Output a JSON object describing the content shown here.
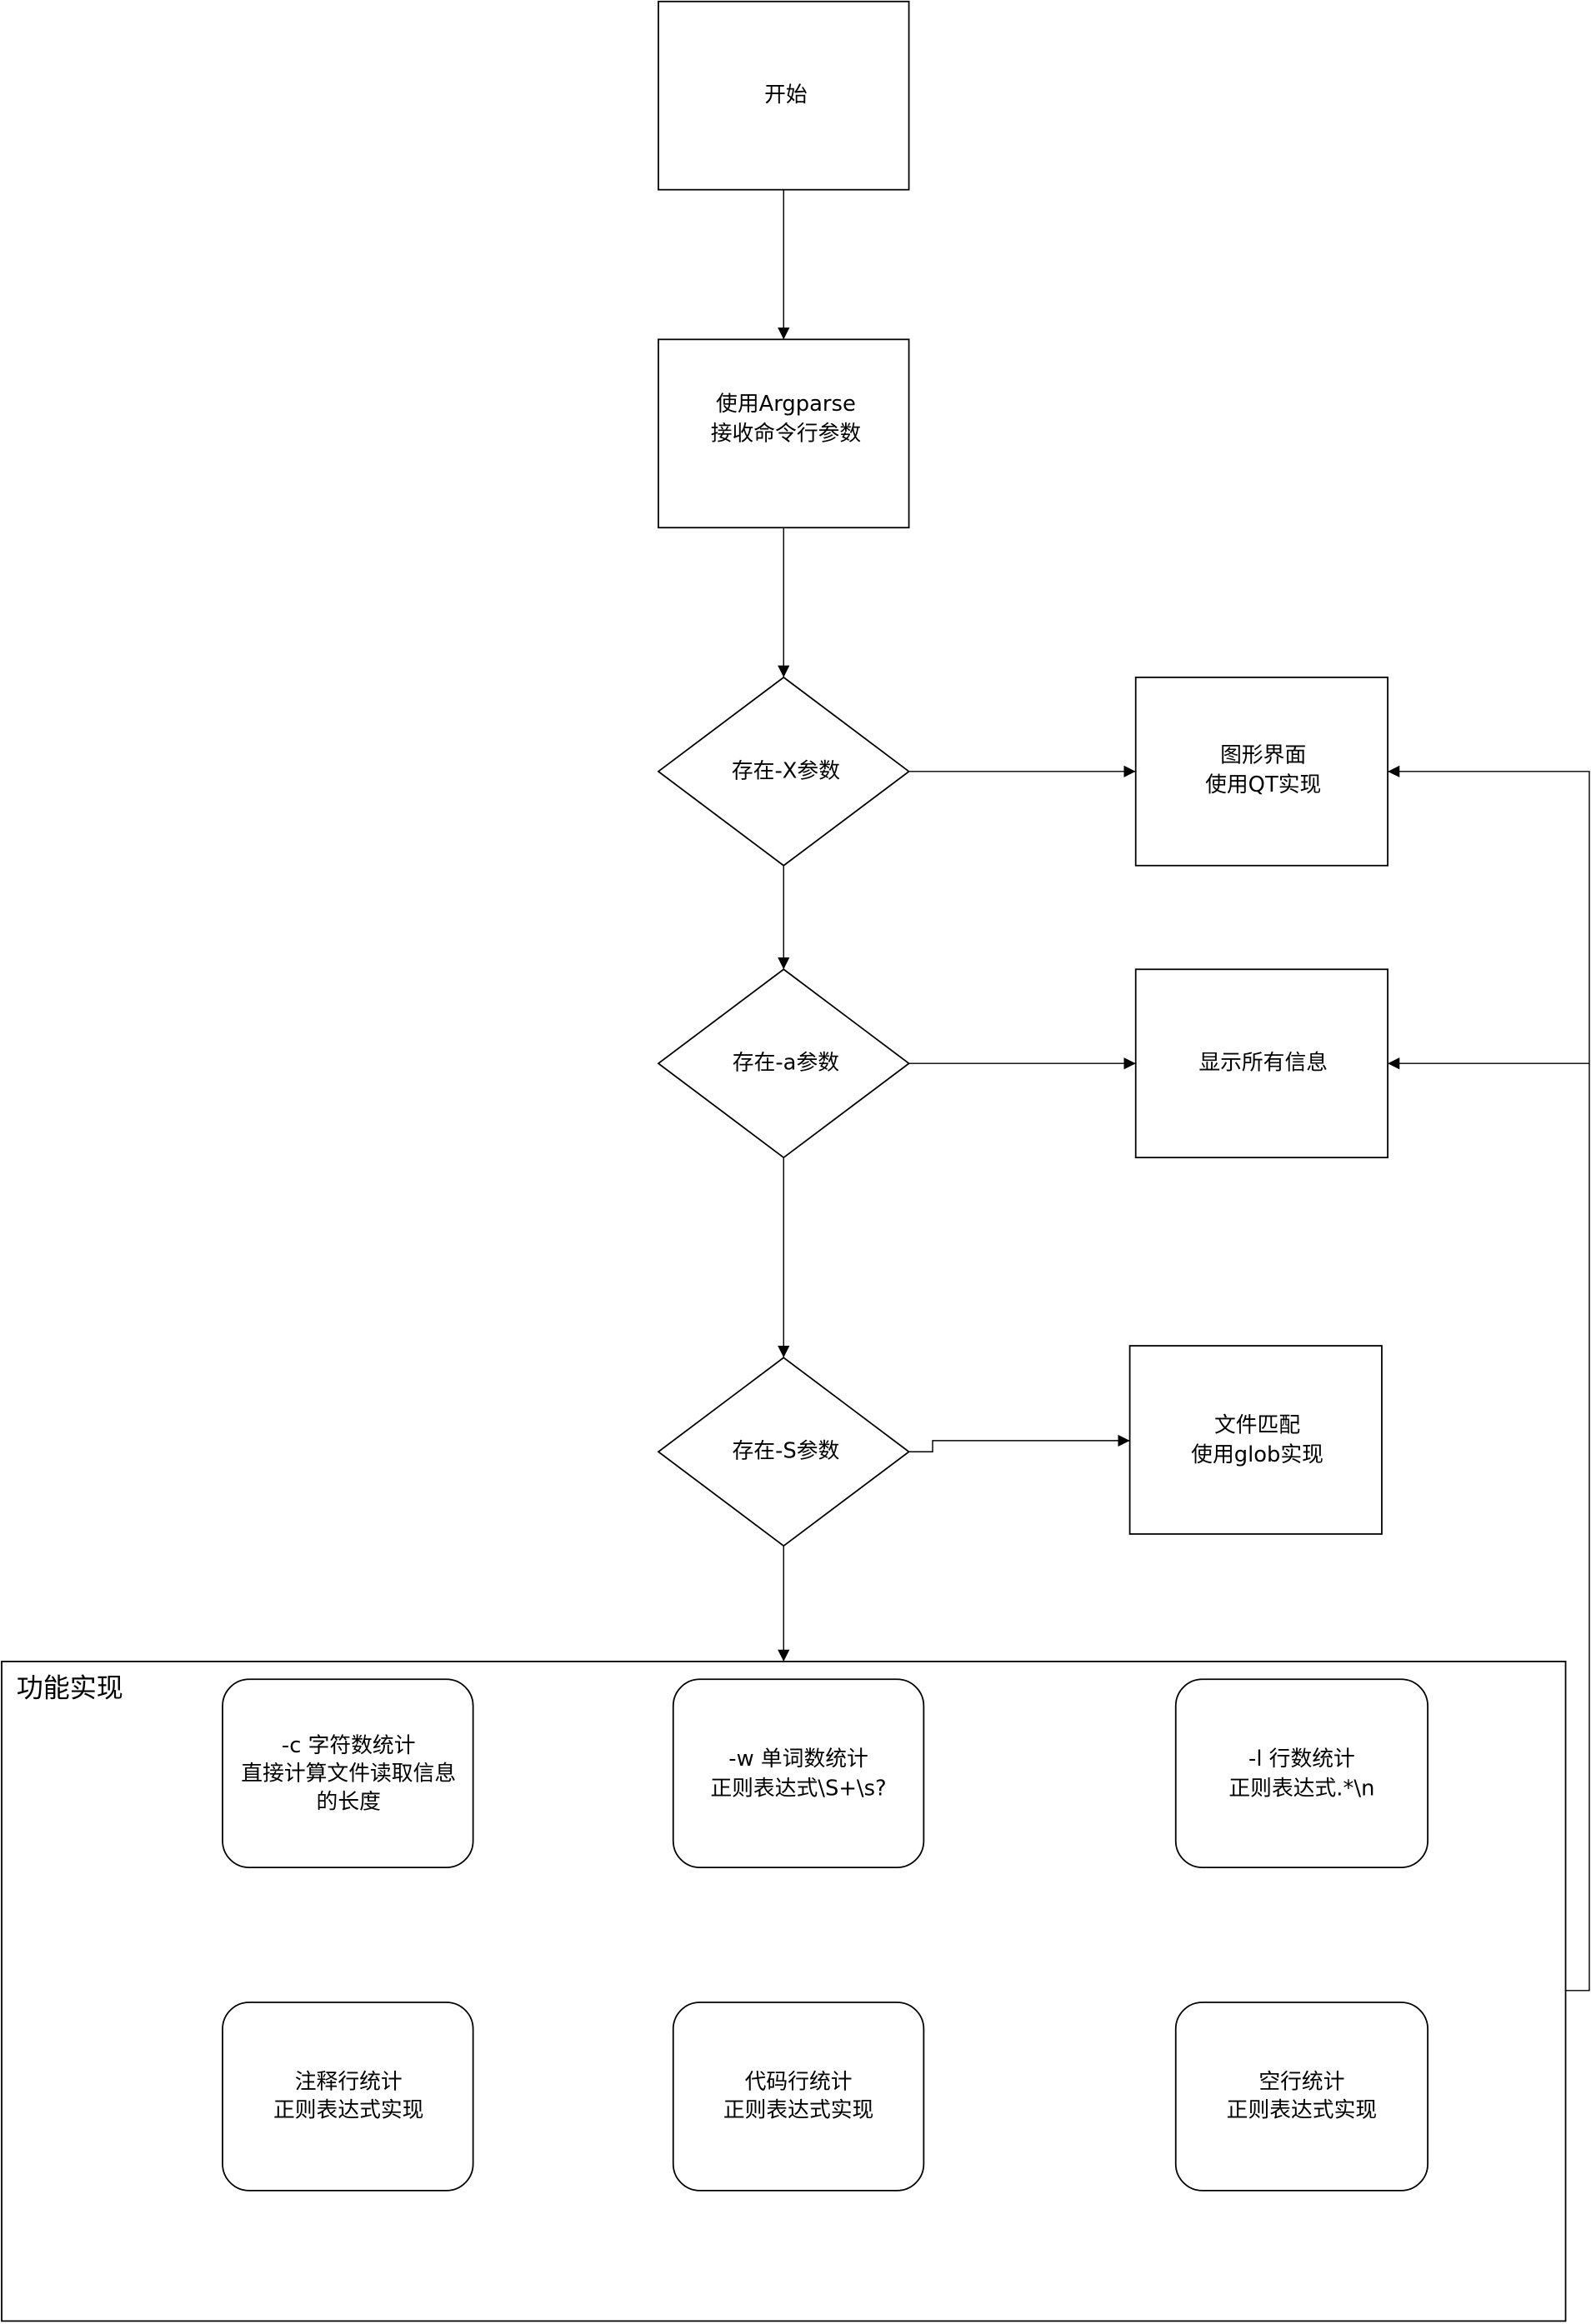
{
  "colors": {
    "stroke": "#000000",
    "fill": "#ffffff"
  },
  "nodes": {
    "start": {
      "line1": "开始"
    },
    "parse": {
      "line1": "使用Argparse",
      "line2": "接收命令行参数"
    },
    "decision_x": {
      "line1": "存在-X参数"
    },
    "gui": {
      "line1": "图形界面",
      "line2": "使用QT实现"
    },
    "decision_a": {
      "line1": "存在-a参数"
    },
    "show_all": {
      "line1": "显示所有信息"
    },
    "decision_s": {
      "line1": "存在-S参数"
    },
    "glob": {
      "line1": "文件匹配",
      "line2": "使用glob实现"
    }
  },
  "container": {
    "title": "功能实现",
    "items": [
      {
        "line1": "-c 字符数统计",
        "line2": "直接计算文件读取信息",
        "line3": "的长度"
      },
      {
        "line1": "-w 单词数统计",
        "line2": "正则表达式\\S+\\s?"
      },
      {
        "line1": "-l 行数统计",
        "line2": "正则表达式.*\\n"
      },
      {
        "line1": "注释行统计",
        "line2": "正则表达式实现"
      },
      {
        "line1": "代码行统计",
        "line2": "正则表达式实现"
      },
      {
        "line1": "空行统计",
        "line2": "正则表达式实现"
      }
    ]
  }
}
